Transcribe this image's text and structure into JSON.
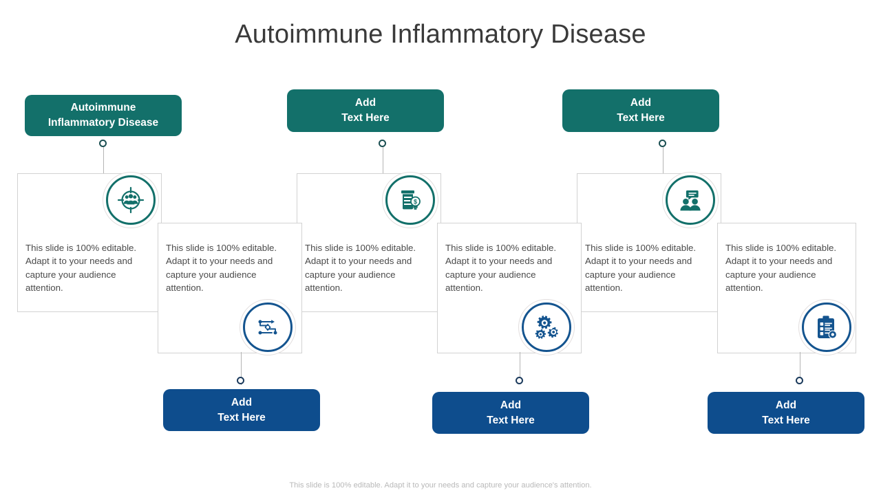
{
  "slide": {
    "title": "Autoimmune Inflammatory Disease",
    "footer": "This slide is 100% editable. Adapt it to your needs and capture your audience's attention.",
    "colors": {
      "teal": "#13706A",
      "blue": "#0E4D8D",
      "title_text": "#3a3a3a",
      "body_text": "#4a4a4a",
      "card_border": "#d2d2d2",
      "connector": "#b4b4b4",
      "footer_text": "#b9b9b9"
    }
  },
  "body_text": "This slide is 100% editable. Adapt it to your needs and capture your audience attention.",
  "top_row": {
    "pills": [
      {
        "label": "Autoimmune\nInflammatory Disease",
        "color": "teal"
      },
      {
        "label": "Add\nText Here",
        "color": "teal"
      },
      {
        "label": "Add\nText Here",
        "color": "teal"
      }
    ],
    "icons": [
      {
        "name": "target-audience-icon",
        "color": "teal"
      },
      {
        "name": "funding-jar-idea-icon",
        "color": "teal"
      },
      {
        "name": "people-discussion-icon",
        "color": "teal"
      }
    ],
    "cards": [
      {
        "text": "This slide is 100% editable. Adapt it to your needs and capture your audience attention."
      },
      {
        "text": "This slide is 100% editable. Adapt it to your needs and capture your audience attention."
      },
      {
        "text": "This slide is 100% editable. Adapt it to your needs and capture your audience attention."
      }
    ]
  },
  "bottom_row": {
    "pills": [
      {
        "label": "Add\nText Here",
        "color": "blue"
      },
      {
        "label": "Add\nText Here",
        "color": "blue"
      },
      {
        "label": "Add\nText Here",
        "color": "blue"
      }
    ],
    "icons": [
      {
        "name": "workflow-process-icon",
        "color": "blue"
      },
      {
        "name": "gears-settings-icon",
        "color": "blue"
      },
      {
        "name": "clipboard-checklist-gear-icon",
        "color": "blue"
      }
    ],
    "cards": [
      {
        "text": "This slide is 100% editable. Adapt it to your needs and capture your audience attention."
      },
      {
        "text": "This slide is 100% editable. Adapt it to your needs and capture your audience attention."
      },
      {
        "text": "This slide is 100% editable. Adapt it to your needs and capture your audience attention."
      }
    ]
  }
}
